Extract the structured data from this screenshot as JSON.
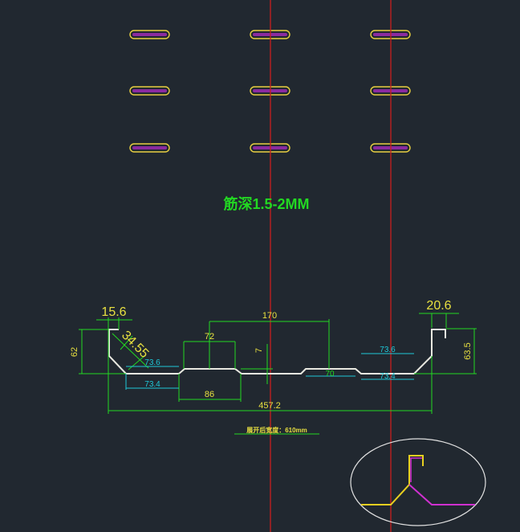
{
  "note_title": "筋深1.5-2MM",
  "dimensions": {
    "lip_left": "15.6",
    "lip_right": "20.6",
    "height_left": "62",
    "height_right": "63.5",
    "slant": "34.55",
    "rib_top": "72",
    "rib_bottom": "86",
    "rib_depth": "7",
    "pitch": "170",
    "rib_top_2": "70",
    "flat_top_left": "73.6",
    "flat_bottom_left": "73.4",
    "flat_top_right": "73.6",
    "flat_bottom_right": "73.4",
    "overall_width": "457.2"
  },
  "unfold_note": "展开后宽度：610mm",
  "colors": {
    "background": "#212830",
    "dimension": "#22d822",
    "text": "#e8e040",
    "centerline": "#c81e1e",
    "profile": "#e8e8e0",
    "slot_outline": "#e8d040",
    "slot_fill": "#8a2aa0"
  }
}
